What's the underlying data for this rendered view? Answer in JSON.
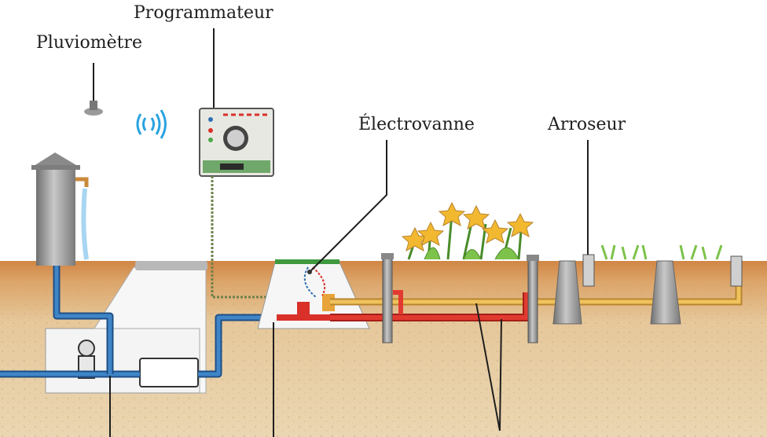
{
  "labels": {
    "programmateur": "Programmateur",
    "pluviometre": "Pluviomètre",
    "electrovanne": "Électrovanne",
    "arroseur": "Arroseur"
  },
  "colors": {
    "soil": "#e2c497",
    "soil_top": "#d89250",
    "blue_pipe": "#2f6fb0",
    "red_pipe": "#d9302a",
    "orange_pipe": "#e8b14f",
    "grey": "#9a9a9a",
    "flower": "#f2b830",
    "grass": "#7dc24a"
  },
  "icons": [
    "rain-gauge-icon",
    "wireless-signal-icon",
    "controller-dial-icon",
    "flower-icon",
    "grass-icon"
  ]
}
